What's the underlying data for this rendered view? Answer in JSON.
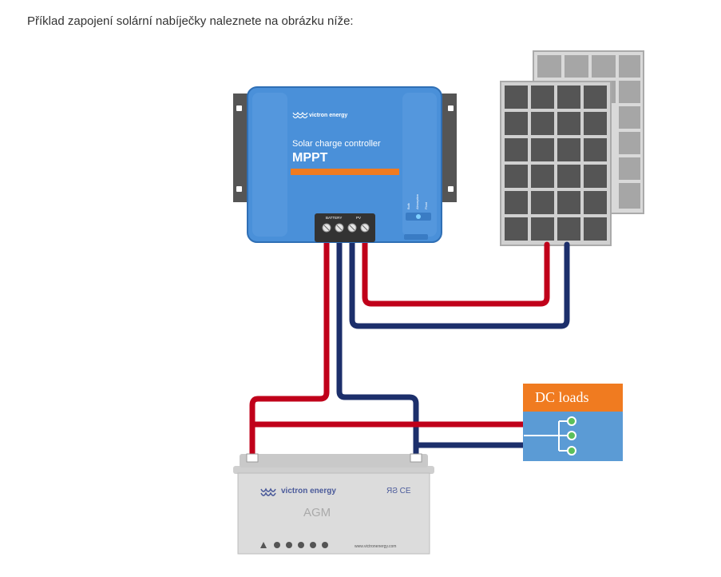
{
  "intro_text": "Příklad zapojení solární nabíječky naleznete na obrázku níže:",
  "controller": {
    "brand": "victron energy",
    "subtitle": "Solar charge controller",
    "model": "MPPT",
    "terminal_battery_label": "BATTERY",
    "terminal_pv_label": "PV",
    "status_labels": [
      "Bulk",
      "Absorption",
      "Float"
    ],
    "body_color": "#4a90d9",
    "accent_color": "#f07b20"
  },
  "dc_loads": {
    "title": "DC loads",
    "header_color": "#f07b20",
    "body_color": "#5b9bd5"
  },
  "battery": {
    "brand": "victron energy",
    "type_label": "AGM",
    "marks": "ЯϨ CE",
    "website": "www.victronenergy.com"
  },
  "wires": {
    "positive_color": "#c0001a",
    "negative_color": "#1c2f6b"
  }
}
